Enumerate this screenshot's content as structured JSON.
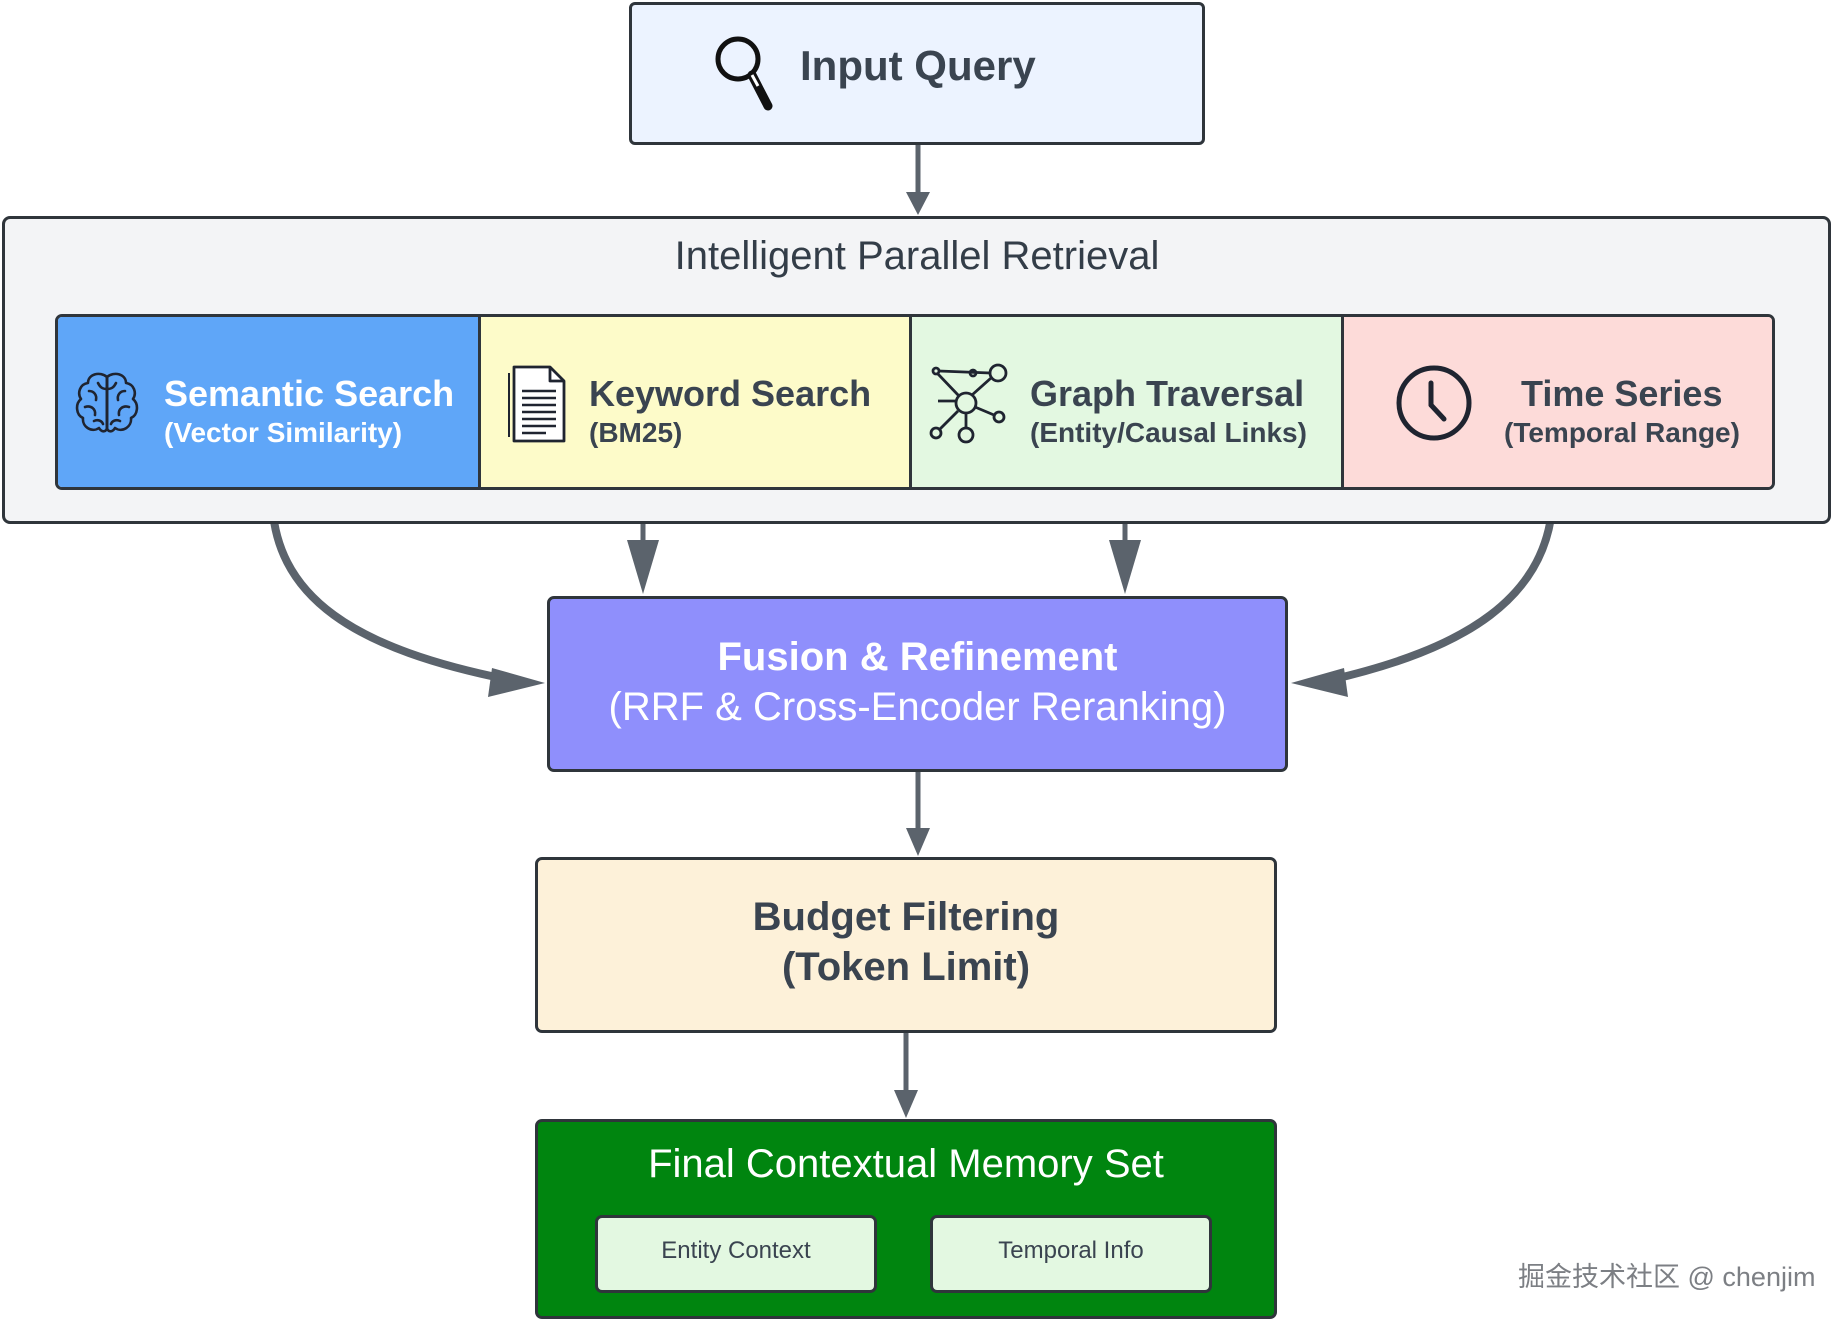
{
  "input": {
    "label": "Input Query",
    "icon": "magnifier-icon"
  },
  "retrieval": {
    "title": "Intelligent Parallel Retrieval",
    "methods": [
      {
        "title": "Semantic Search",
        "subtitle": "(Vector Similarity)",
        "icon": "brain-icon",
        "color": "#5fa6f8"
      },
      {
        "title": "Keyword Search",
        "subtitle": "(BM25)",
        "icon": "document-icon",
        "color": "#fdfbc9"
      },
      {
        "title": "Graph Traversal",
        "subtitle": "(Entity/Causal Links)",
        "icon": "graph-icon",
        "color": "#e3f8e1"
      },
      {
        "title": "Time Series",
        "subtitle": "(Temporal Range)",
        "icon": "clock-icon",
        "color": "#fddbd9"
      }
    ]
  },
  "fusion": {
    "title": "Fusion & Refinement",
    "subtitle": "(RRF & Cross-Encoder Reranking)",
    "color": "#8f8ffc"
  },
  "budget": {
    "title": "Budget Filtering",
    "subtitle": "(Token Limit)",
    "color": "#fdf1d9"
  },
  "final": {
    "title": "Final Contextual Memory Set",
    "items": [
      "Entity Context",
      "Temporal Info"
    ],
    "color": "#00850f"
  },
  "watermark": "掘金技术社区 @ chenjim",
  "arrow_color": "#5b636c"
}
